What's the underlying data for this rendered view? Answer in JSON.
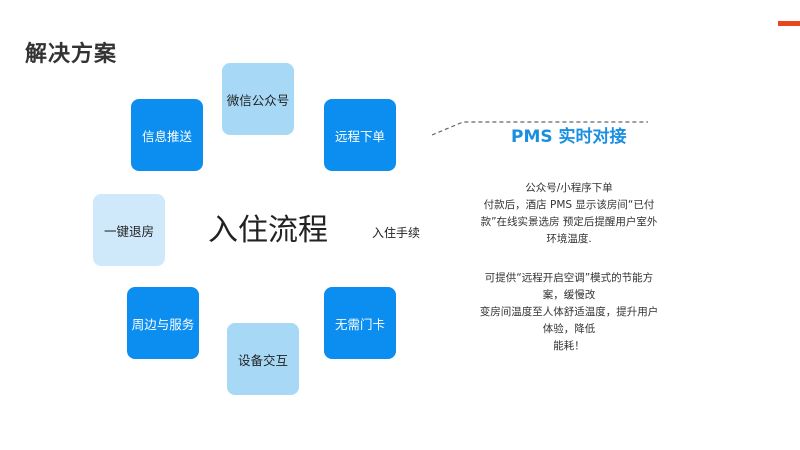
{
  "title": "解决方案",
  "center": {
    "title": "入住流程",
    "subtitle": "入住手续"
  },
  "tiles": {
    "wechat": "微信公众号",
    "info_push": "信息推送",
    "remote_order": "远程下单",
    "checkout": "一键退房",
    "nearby": "周边与服务",
    "no_card": "无需门卡",
    "device": "设备交互"
  },
  "pms": {
    "title": "PMS 实时对接",
    "desc1": [
      "公众号/小程序下单",
      "付款后，酒店 PMS 显示该房间“已付",
      "款”在线实景选房 预定后提醒用户室外",
      "环境温度."
    ],
    "desc2": [
      "可提供“远程开启空调”模式的节能方案，缓慢改",
      "变房间温度至人体舒适温度，提升用户体验，降低",
      "能耗！"
    ]
  },
  "colors": {
    "tile_dark": "#0b8ef0",
    "tile_light": "#a7d9f7",
    "tile_lighter": "#cfe9fb",
    "accent": "#1a8fe0",
    "badge": "#e8461e"
  }
}
